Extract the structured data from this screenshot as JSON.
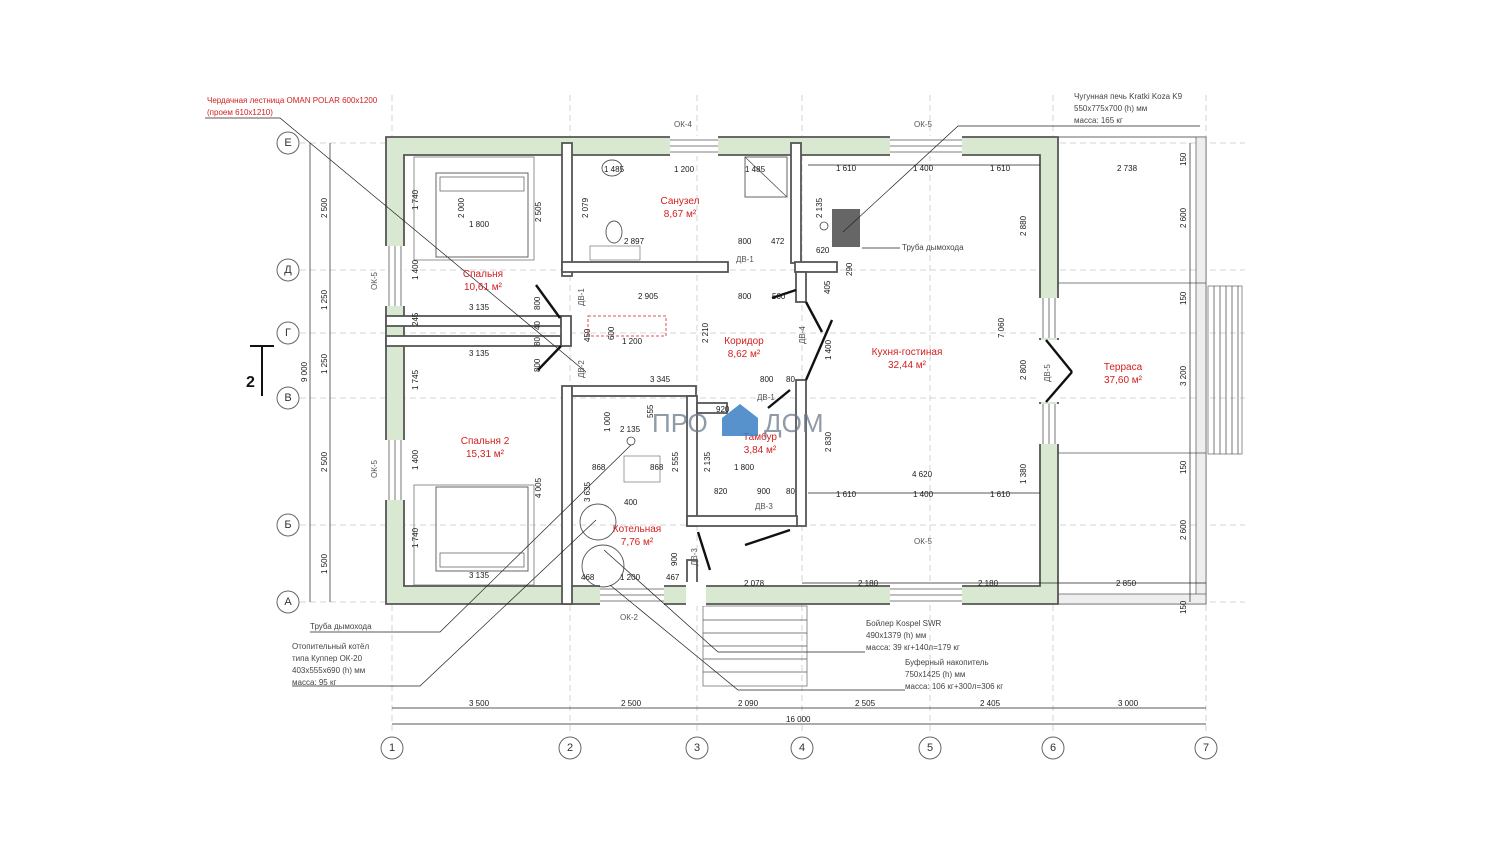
{
  "rooms": [
    {
      "name": "Спальня",
      "area": "10,61 м²"
    },
    {
      "name": "Спальня 2",
      "area": "15,31 м²"
    },
    {
      "name": "Санузел",
      "area": "8,67 м²"
    },
    {
      "name": "Коридор",
      "area": "8,62 м²"
    },
    {
      "name": "Кухня-гостиная",
      "area": "32,44 м²"
    },
    {
      "name": "Терраса",
      "area": "37,60 м²"
    },
    {
      "name": "Тамбур",
      "area": "3,84 м²"
    },
    {
      "name": "Котельная",
      "area": "7,76 м²"
    }
  ],
  "axes": {
    "columns": [
      "1",
      "2",
      "3",
      "4",
      "5",
      "6",
      "7"
    ],
    "rows": [
      "Е",
      "Д",
      "Г",
      "В",
      "Б",
      "А"
    ]
  },
  "section_mark": "2",
  "watermark": {
    "left": "ПРО",
    "right": "ДОМ"
  },
  "notes": {
    "stair_title": "Чердачная лестница OMAN POLAR 600х1200",
    "stair_opening": "(проем 610х1210)",
    "stove_title": "Чугунная печь Kratki Koza K9",
    "stove_size": "550х775х700 (h) мм",
    "stove_mass": "масса: 165 кг",
    "chimney_top": "Труба дымохода",
    "chimney_bottom": "Труба дымохода",
    "boiler_line1": "Отопительный котёл",
    "boiler_line2": "типа Куппер ОК-20",
    "boiler_line3": "403х555х690 (h) мм",
    "boiler_line4": "масса: 95 кг",
    "heater_title": "Бойлер Kospel SWR",
    "heater_size": "490х1379 (h) мм",
    "heater_mass": "масса: 39 кг+140л=179 кг",
    "buffer_title": "Буферный накопитель",
    "buffer_size": "750х1425 (h) мм",
    "buffer_mass": "масса: 106 кг+300л=306 кг"
  },
  "openings": {
    "ok4": "ОК-4",
    "ok5_top": "ОК-5",
    "ok5_bottom": "ОК-5",
    "ok5_left_top": "ОК-5",
    "ok5_left_bottom": "ОК-5",
    "ok2": "ОК-2",
    "dv1_top": "ДВ-1",
    "dv1_mid": "ДВ-1",
    "dv1_left": "ДВ-1",
    "dv2": "ДВ-2",
    "dv3_right": "ДВ-3",
    "dv3_bottom": "ДВ-3",
    "dv4": "ДВ-4",
    "dv5": "ДВ-5"
  },
  "dims": {
    "bottom": [
      "3 500",
      "2 500",
      "2 090",
      "2 505",
      "2 405",
      "3 000"
    ],
    "total_width": "16 000",
    "left_outer": [
      "2 500",
      "1 250",
      "1 250",
      "2 500",
      "1 500"
    ],
    "total_height": "9 000",
    "terrace_right": [
      "150",
      "2 600",
      "150",
      "3 200",
      "150",
      "2 600",
      "150"
    ],
    "terrace_bottom": [
      "2 078",
      "2 180",
      "2 180",
      "2 850"
    ],
    "terrace_top": "2 738",
    "kitchen_top": [
      "1 610",
      "1 400",
      "1 610"
    ],
    "kitchen_bottom": [
      "1 610",
      "1 400",
      "1 610"
    ],
    "kitchen_w": "4 620",
    "kitchen_h": "7 060",
    "kitchen_wall": [
      "2 880",
      "2 800",
      "1 380"
    ],
    "stove": [
      "2 135",
      "620",
      "290",
      "405",
      "1 400",
      "2 830"
    ],
    "bath": [
      "1 200",
      "1 485",
      "1 485",
      "2 079",
      "2 897",
      "800",
      "472"
    ],
    "bed1": [
      "1 740",
      "1 400",
      "2 000",
      "1 800",
      "2 505",
      "3 135",
      "245"
    ],
    "bed2": [
      "3 135",
      "1 745",
      "1 400",
      "1 740",
      "4 005",
      "3 135"
    ],
    "corridor": [
      "2 905",
      "800",
      "500",
      "800",
      "2 210",
      "450",
      "600",
      "1 200",
      "40",
      "80",
      "800",
      "3 345",
      "800",
      "80"
    ],
    "vest": [
      "920",
      "2 135",
      "1 800",
      "820",
      "900",
      "80"
    ],
    "boiler_room": [
      "1 000",
      "2 135",
      "868",
      "868",
      "2 555",
      "3 635",
      "400",
      "900",
      "468",
      "1 200",
      "467",
      "555"
    ]
  }
}
